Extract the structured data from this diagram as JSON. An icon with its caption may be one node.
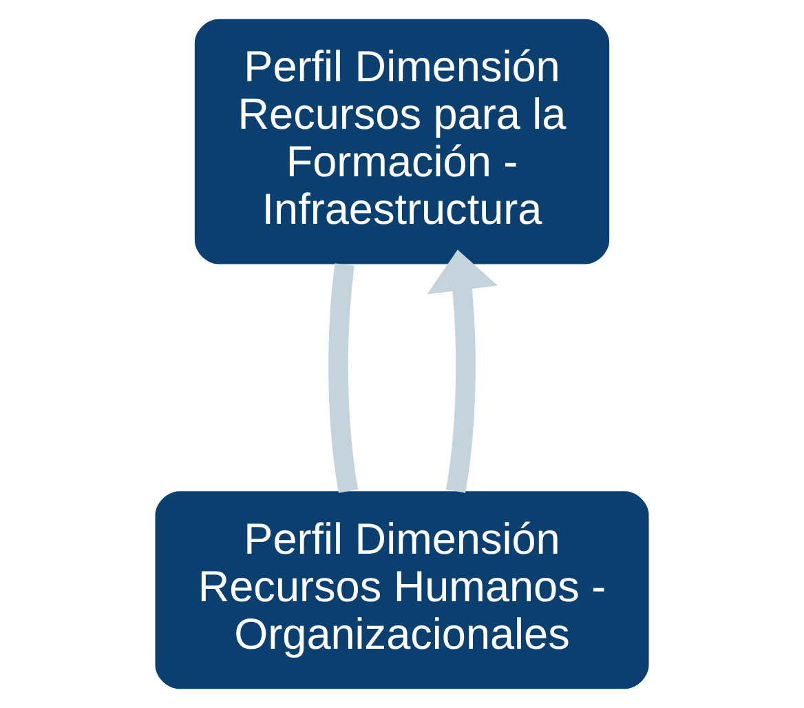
{
  "diagram": {
    "nodes": [
      {
        "text": [
          "Perfil Dimensión Recursos para la Formación - Infraestructura"
        ]
      },
      {
        "text": [
          "Perfil Dimensión Recursos Humanos - Organizacionales"
        ]
      }
    ],
    "edges": [
      {
        "from": 0,
        "to": 1,
        "arrow": "none"
      },
      {
        "from": 1,
        "to": 0,
        "arrow": "to"
      }
    ]
  }
}
